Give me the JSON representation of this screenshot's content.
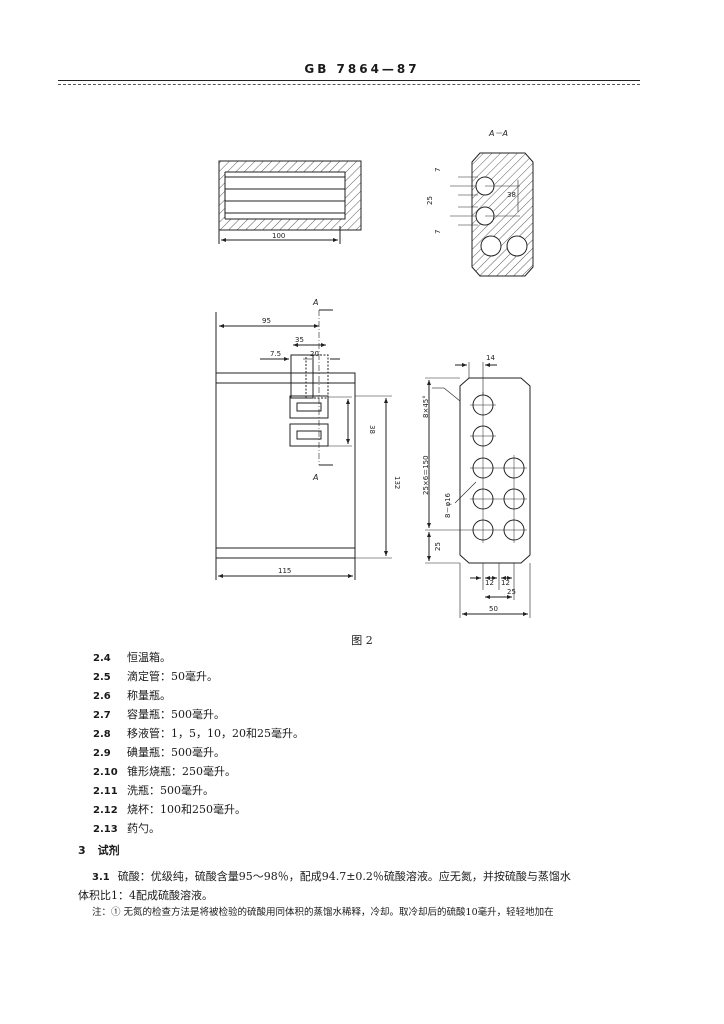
{
  "header": {
    "standard_number": "GB 7864—87"
  },
  "figure": {
    "section_label": "A－A",
    "cut_label": "A",
    "caption": "图 2",
    "dims": {
      "d100": "100",
      "d95": "95",
      "d35": "35",
      "d7_5": "7.5",
      "d20": "20",
      "d38": "38",
      "d132": "132",
      "d115": "115",
      "s7": "7",
      "s25": "25",
      "s38": "38",
      "p14": "14",
      "p8x45": "8×45°",
      "p25x6": "25×6＝150",
      "p8d16": "8－φ16",
      "p25": "25",
      "p12": "12",
      "p50": "50"
    }
  },
  "items": [
    {
      "num": "2.4",
      "text": "恒温箱。"
    },
    {
      "num": "2.5",
      "text": "滴定管：50毫升。"
    },
    {
      "num": "2.6",
      "text": "称量瓶。"
    },
    {
      "num": "2.7",
      "text": "容量瓶：500毫升。"
    },
    {
      "num": "2.8",
      "text": "移液管：1，5，10，20和25毫升。"
    },
    {
      "num": "2.9",
      "text": "碘量瓶：500毫升。"
    },
    {
      "num": "2.10",
      "text": "锥形烧瓶：250毫升。"
    },
    {
      "num": "2.11",
      "text": "洗瓶：500毫升。"
    },
    {
      "num": "2.12",
      "text": "烧杯：100和250毫升。"
    },
    {
      "num": "2.13",
      "text": "药勺。"
    }
  ],
  "section3": {
    "num": "3",
    "title": "试剂"
  },
  "para31": {
    "num": "3.1",
    "line1": "硫酸：优级纯，硫酸含量95～98％，配成94.7±0.2％硫酸溶液。应无氮，并按硫酸与蒸馏水",
    "line2": "体积比1：4配成硫酸溶液。"
  },
  "note": "注：① 无氮的检查方法是将被检验的硫酸用同体积的蒸馏水稀释，冷却。取冷却后的硫酸10毫升，轻轻地加在"
}
